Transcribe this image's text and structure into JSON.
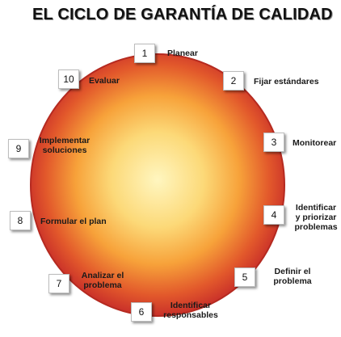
{
  "title": "EL CICLO DE GARANTÍA DE CALIDAD",
  "colors": {
    "circle_center": "#fff6c0",
    "circle_mid": "#f7a23a",
    "circle_edge": "#d93a2a",
    "circle_rim": "#b52a20"
  },
  "steps": [
    {
      "number": "1",
      "label": "Planear"
    },
    {
      "number": "2",
      "label": "Fijar estándares"
    },
    {
      "number": "3",
      "label": "Monitorear"
    },
    {
      "number": "4",
      "label": "Identificar y priorizar problemas"
    },
    {
      "number": "5",
      "label": "Definir el problema"
    },
    {
      "number": "6",
      "label": "Identificar responsables"
    },
    {
      "number": "7",
      "label": "Analizar el problema"
    },
    {
      "number": "8",
      "label": "Formular el plan"
    },
    {
      "number": "9",
      "label": "Implementar soluciones"
    },
    {
      "number": "10",
      "label": "Evaluar"
    }
  ]
}
